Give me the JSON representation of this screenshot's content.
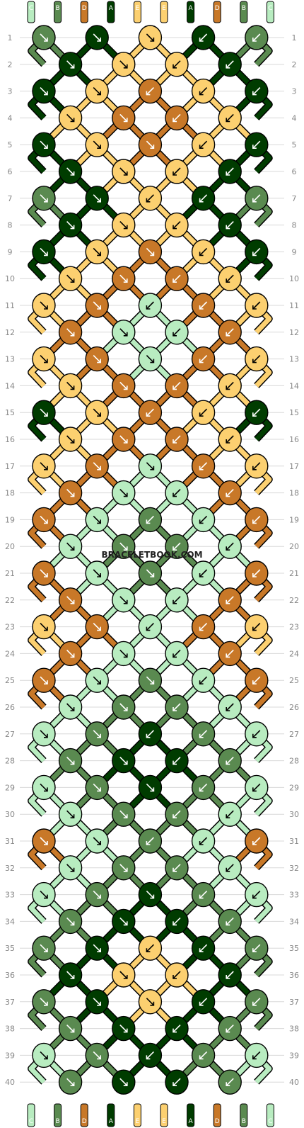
{
  "strand_order": [
    "C",
    "B",
    "D",
    "A",
    "E",
    "E",
    "A",
    "D",
    "B",
    "C"
  ],
  "watermark": "BRACELETBOOK.COM",
  "row_count": 40,
  "colors": {
    "A": "#003c00",
    "B": "#5a8a50",
    "C": "#b8ecc0",
    "D": "#c87828",
    "E": "#fcd070"
  },
  "knot_arrow_legend": {
    "fwd": "diagonal arrow down-right",
    "bwd": "diagonal arrow down-left"
  }
}
